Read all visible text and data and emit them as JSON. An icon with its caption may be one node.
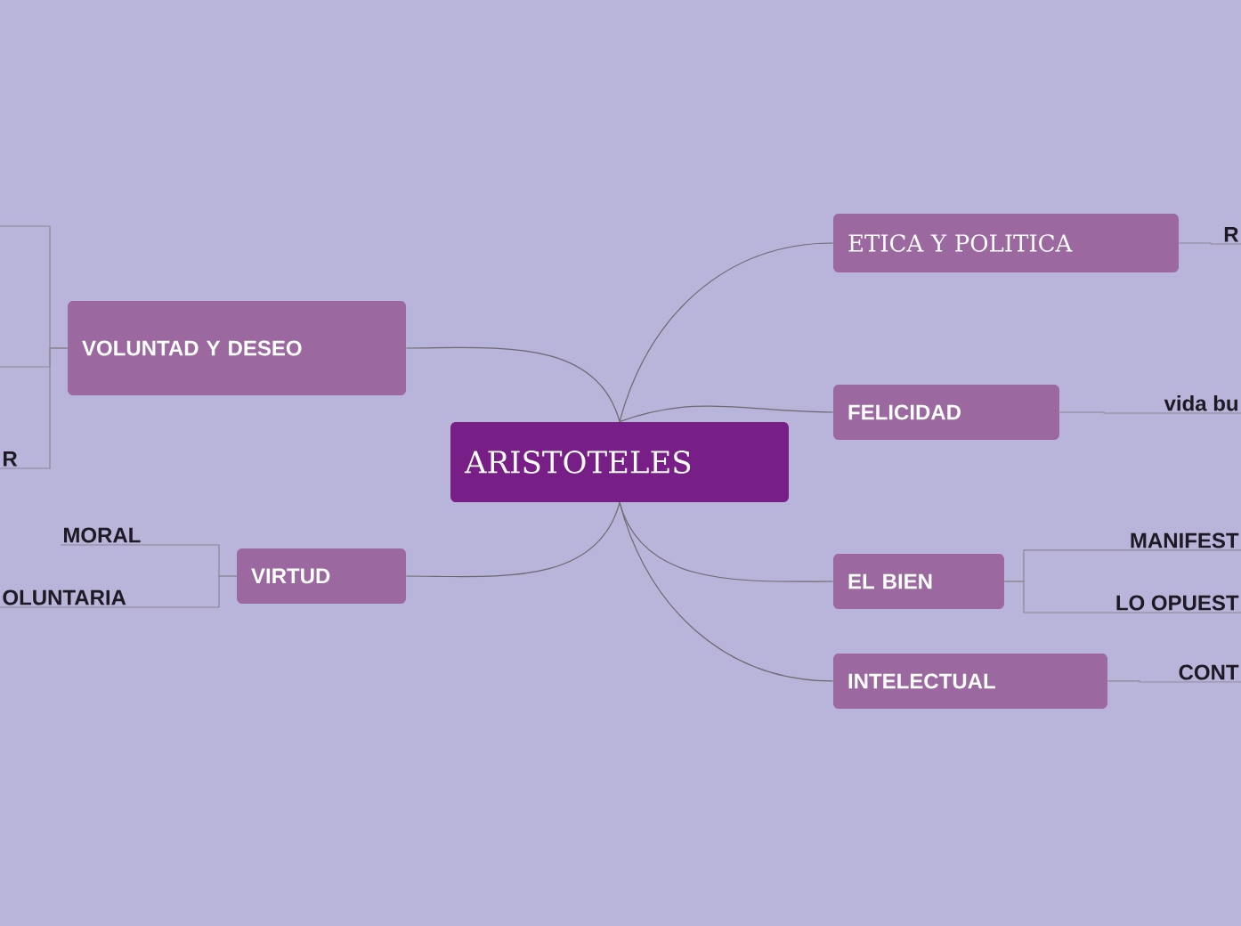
{
  "diagram": {
    "nodes": [
      {
        "text": [
          "ARISTOTELES"
        ]
      },
      {
        "text": [
          "VOLUNTAD Y DESEO"
        ]
      },
      {
        "text": [
          "VIRTUD"
        ]
      },
      {
        "text": [
          "ETICA Y POLITICA"
        ]
      },
      {
        "text": [
          "FELICIDAD"
        ]
      },
      {
        "text": [
          "EL BIEN"
        ]
      },
      {
        "text": [
          "INTELECTUAL"
        ]
      },
      {
        "text": [
          "R"
        ]
      },
      {
        "text": [
          "MORAL"
        ]
      },
      {
        "text": [
          "OLUNTARIA"
        ]
      },
      {
        "text": [
          "R"
        ]
      },
      {
        "text": [
          "vida bu"
        ]
      },
      {
        "text": [
          "MANIFEST"
        ]
      },
      {
        "text": [
          "LO OPUEST"
        ]
      },
      {
        "text": [
          "CONT"
        ]
      }
    ],
    "edges": [
      {
        "from": 0,
        "to": 1,
        "arrow": "none"
      },
      {
        "from": 0,
        "to": 2,
        "arrow": "none"
      },
      {
        "from": 0,
        "to": 3,
        "arrow": "none"
      },
      {
        "from": 0,
        "to": 4,
        "arrow": "none"
      },
      {
        "from": 0,
        "to": 5,
        "arrow": "none"
      },
      {
        "from": 0,
        "to": 6,
        "arrow": "none"
      },
      {
        "from": 1,
        "to": null,
        "arrow": "none"
      },
      {
        "from": 1,
        "to": null,
        "arrow": "none"
      },
      {
        "from": 1,
        "to": 7,
        "arrow": "none"
      },
      {
        "from": 2,
        "to": 8,
        "arrow": "none"
      },
      {
        "from": 2,
        "to": 9,
        "arrow": "none"
      },
      {
        "from": 3,
        "to": 10,
        "arrow": "none"
      },
      {
        "from": 4,
        "to": 11,
        "arrow": "none"
      },
      {
        "from": 5,
        "to": 12,
        "arrow": "none"
      },
      {
        "from": 5,
        "to": 13,
        "arrow": "none"
      },
      {
        "from": 6,
        "to": 14,
        "arrow": "none"
      }
    ]
  }
}
